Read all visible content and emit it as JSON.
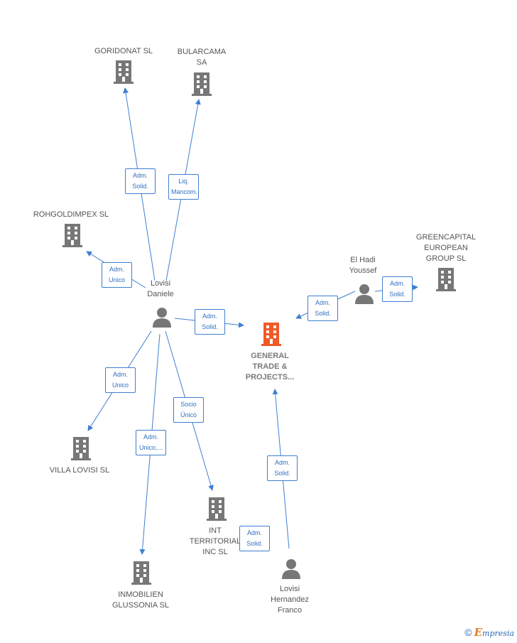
{
  "nodes": [
    {
      "id": "goridonat",
      "type": "company",
      "label": "GORIDONAT  SL"
    },
    {
      "id": "bularcama",
      "type": "company",
      "label": "BULARCAMA\nSA"
    },
    {
      "id": "rohgoldimpex",
      "type": "company",
      "label": "ROHGOLDIMPEX SL"
    },
    {
      "id": "greencapital",
      "type": "company",
      "label": "GREENCAPITAL\nEUROPEAN\nGROUP  SL"
    },
    {
      "id": "el_hadi",
      "type": "person",
      "label": "El Hadi\nYoussef"
    },
    {
      "id": "lovisi_daniele",
      "type": "person",
      "label": "Lovisi\nDaniele"
    },
    {
      "id": "general_trade",
      "type": "company_main",
      "label": "GENERAL\nTRADE &\nPROJECTS..."
    },
    {
      "id": "villa_lovisi",
      "type": "company",
      "label": "VILLA LOVISI  SL"
    },
    {
      "id": "int_territorial",
      "type": "company",
      "label": "INT\nTERRITORIAL\nINC  SL"
    },
    {
      "id": "inmobilien",
      "type": "company",
      "label": "INMOBILIEN\nGLUSSONIA SL"
    },
    {
      "id": "lovisi_hernandez",
      "type": "person",
      "label": "Lovisi\nHernandez\nFranco"
    }
  ],
  "edges": [
    {
      "from": "lovisi_daniele",
      "to": "goridonat",
      "label": "Adm.\nSolid."
    },
    {
      "from": "lovisi_daniele",
      "to": "bularcama",
      "label": "Liq.\nMancom."
    },
    {
      "from": "lovisi_daniele",
      "to": "rohgoldimpex",
      "label": "Adm.\nUnico"
    },
    {
      "from": "lovisi_daniele",
      "to": "general_trade",
      "label": "Adm.\nSolid."
    },
    {
      "from": "lovisi_daniele",
      "to": "villa_lovisi",
      "label": "Adm.\nUnico"
    },
    {
      "from": "lovisi_daniele",
      "to": "inmobilien",
      "label": "Adm.\nUnico,..."
    },
    {
      "from": "lovisi_daniele",
      "to": "int_territorial",
      "label": "Socio\nÚnico"
    },
    {
      "from": "el_hadi",
      "to": "general_trade",
      "label": "Adm.\nSolid."
    },
    {
      "from": "el_hadi",
      "to": "greencapital",
      "label": "Adm.\nSolid."
    },
    {
      "from": "lovisi_hernandez",
      "to": "general_trade",
      "label": "Adm.\nSolid."
    },
    {
      "from": "lovisi_hernandez",
      "to": "int_territorial",
      "label": "Adm.\nSolid."
    }
  ],
  "colors": {
    "edge": "#3f7fd0",
    "icon": "#777777",
    "main_icon": "#f05a28",
    "label": "#555555"
  },
  "footer": {
    "copyright_symbol": "©",
    "brand_initial": "E",
    "brand_rest": "mpresia"
  }
}
